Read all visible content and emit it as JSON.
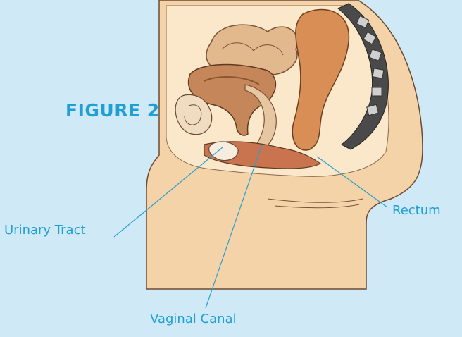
{
  "figure": {
    "title": "FIGURE 2"
  },
  "labels": {
    "urinary_tract": "Urinary Tract",
    "vaginal_canal": "Vaginal Canal",
    "rectum": "Rectum"
  },
  "colors": {
    "background": "#cfe9f6",
    "label_text": "#1f9fd4",
    "leader_line": "#2a9fd0",
    "skin": "#f3cfa3",
    "uterus": "#c98a5e",
    "rectum": "#d78f55"
  }
}
